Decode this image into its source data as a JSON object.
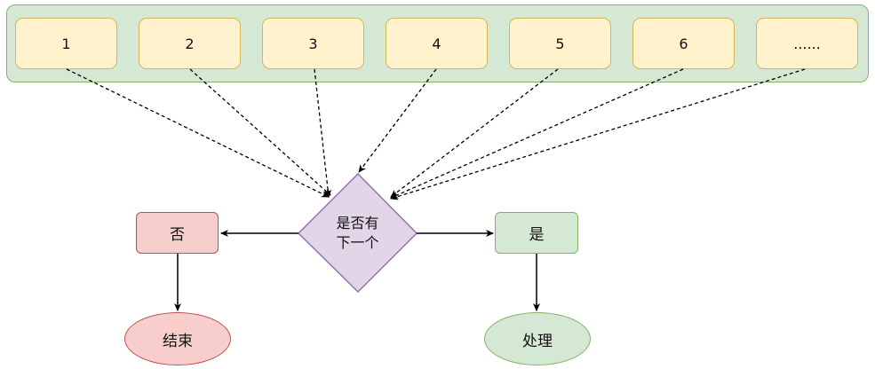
{
  "list": {
    "items": [
      "1",
      "2",
      "3",
      "4",
      "5",
      "6",
      "......"
    ]
  },
  "decision": {
    "line1": "是否有",
    "line2": "下一个"
  },
  "no_branch": {
    "label": "否",
    "end_label": "结束"
  },
  "yes_branch": {
    "label": "是",
    "process_label": "处理"
  }
}
